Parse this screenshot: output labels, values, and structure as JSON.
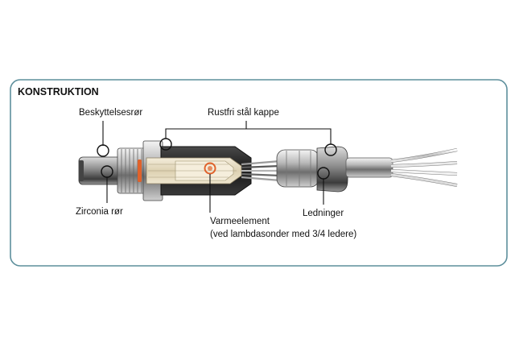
{
  "title": "KONSTRUKTION",
  "labels": {
    "protective_tube": "Beskyttelsesrør",
    "steel_casing": "Rustfri stål kappe",
    "zirconia_tube": "Zirconia rør",
    "heating_element_line1": "Varmeelement",
    "heating_element_line2": "(ved lambdasonder med 3/4 ledere)",
    "wires": "Ledninger"
  },
  "colors": {
    "frame_border": "#5d8f9c",
    "marker_ring": "#222222",
    "heating_element": "#e0622b",
    "ceramic_body": "#e9dfc6",
    "steel_dark": "#2a2a2a"
  }
}
